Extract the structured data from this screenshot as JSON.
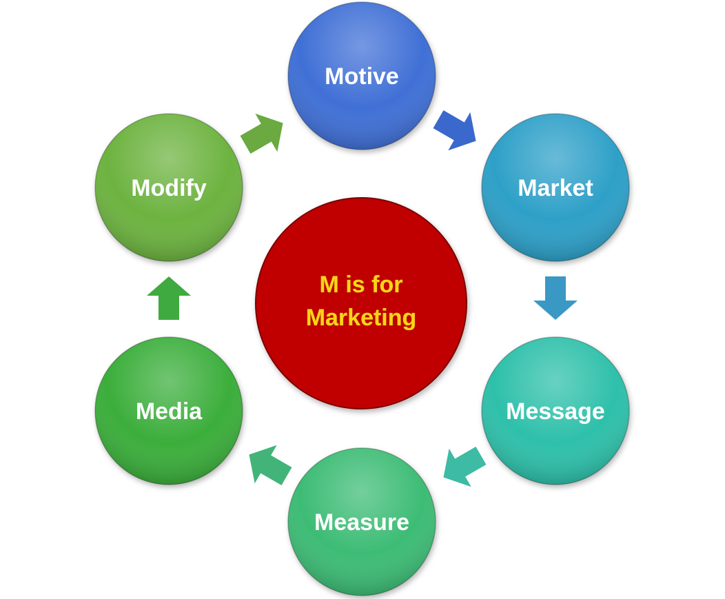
{
  "center": {
    "line1": "M is for",
    "line2": "Marketing",
    "color": "#c00000"
  },
  "nodes": [
    {
      "id": "motive",
      "label": "Motive",
      "color": "#3f6fd6"
    },
    {
      "id": "market",
      "label": "Market",
      "color": "#2fa0c8"
    },
    {
      "id": "message",
      "label": "Message",
      "color": "#2fc0aa"
    },
    {
      "id": "measure",
      "label": "Measure",
      "color": "#3cbc74"
    },
    {
      "id": "media",
      "label": "Media",
      "color": "#3aae3a"
    },
    {
      "id": "modify",
      "label": "Modify",
      "color": "#6db33f"
    }
  ],
  "arrows": [
    {
      "id": "modify-to-motive",
      "color": "#6aaa40"
    },
    {
      "id": "motive-to-market",
      "color": "#3a68cc"
    },
    {
      "id": "market-to-message",
      "color": "#3a98c4"
    },
    {
      "id": "message-to-measure",
      "color": "#3dbba4"
    },
    {
      "id": "measure-to-media",
      "color": "#42b47a"
    },
    {
      "id": "media-to-modify",
      "color": "#3faa3f"
    }
  ]
}
